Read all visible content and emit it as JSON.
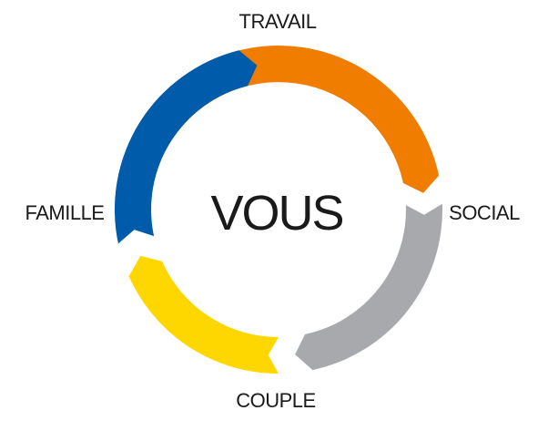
{
  "center": {
    "label": "VOUS"
  },
  "segments": [
    {
      "id": "travail",
      "label": "TRAVAIL",
      "color": "#F07C00"
    },
    {
      "id": "social",
      "label": "SOCIAL",
      "color": "#A7A9AC"
    },
    {
      "id": "couple",
      "label": "COUPLE",
      "color": "#FFD700"
    },
    {
      "id": "famille",
      "label": "FAMILLE",
      "color": "#005BAA"
    }
  ]
}
